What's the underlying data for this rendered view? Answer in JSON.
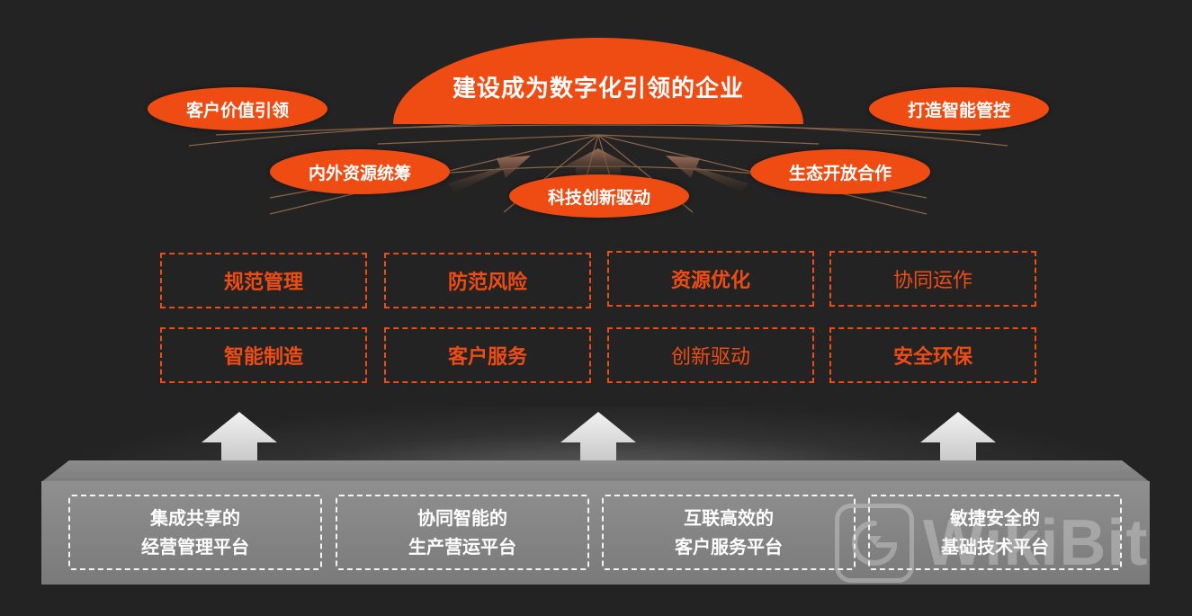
{
  "goal": {
    "title": "建设成为数字化引领的企业"
  },
  "pillars": [
    {
      "label": "客户价值引领"
    },
    {
      "label": "打造智能管控"
    },
    {
      "label": "内外资源统筹"
    },
    {
      "label": "生态开放合作"
    },
    {
      "label": "科技创新驱动"
    }
  ],
  "capabilities": [
    {
      "label": "规范管理"
    },
    {
      "label": "防范风险"
    },
    {
      "label": "资源优化"
    },
    {
      "label": "协同运作"
    },
    {
      "label": "智能制造"
    },
    {
      "label": "客户服务"
    },
    {
      "label": "创新驱动"
    },
    {
      "label": "安全环保"
    }
  ],
  "platforms": [
    {
      "line1": "集成共享的",
      "line2": "经营管理平台"
    },
    {
      "line1": "协同智能的",
      "line2": "生产营运平台"
    },
    {
      "line1": "互联高效的",
      "line2": "客户服务平台"
    },
    {
      "line1": "敏捷安全的",
      "line2": "基础技术平台"
    }
  ],
  "watermark": {
    "text": "WikiBit"
  },
  "colors": {
    "accent": "#ee4c13",
    "background": "#232323",
    "platform": "#858585"
  }
}
